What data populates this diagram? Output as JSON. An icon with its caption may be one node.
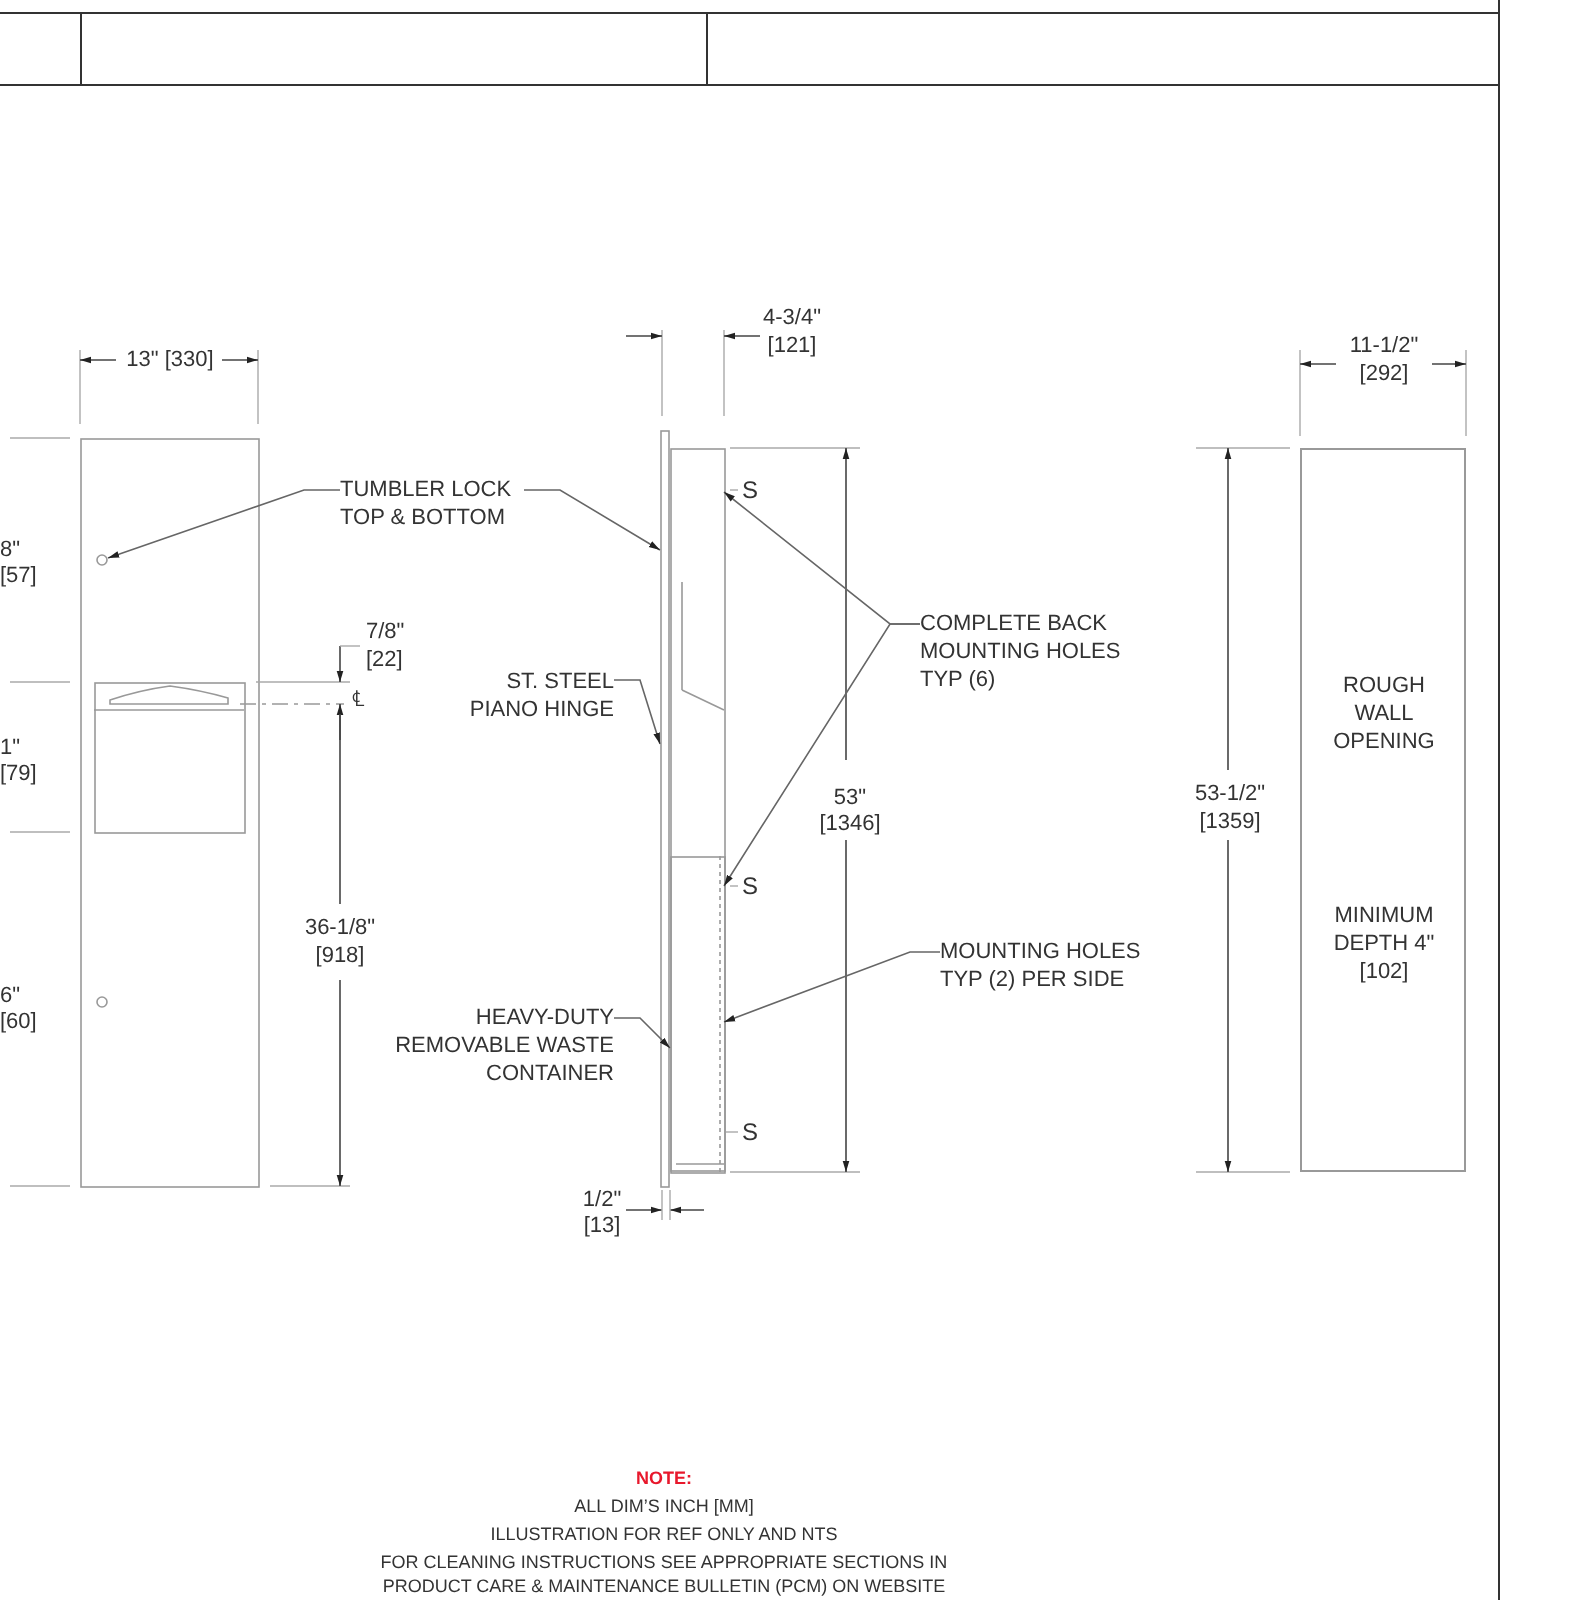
{
  "diagram": {
    "nodes": [
      {
        "text": [
          "TUMBLER LOCK TOP & BOTTOM"
        ]
      },
      {
        "text": [],
        "shape": "circle"
      },
      {
        "text": [
          "ST. STEEL PIANO HINGE"
        ]
      },
      {
        "text": [
          "HEAVY-DUTY REMOVABLE WASTE CONTAINER"
        ]
      },
      {
        "text": [
          "COMPLETE BACK MOUNTING HOLES TYP (6)"
        ]
      },
      {
        "text": [
          "MOUNTING HOLES TYP (2) PER SIDE"
        ]
      },
      {
        "text": [
          "ROUGH WALL OPENING",
          "MINIMUM DEPTH 4\" [102]"
        ]
      },
      {
        "text": [],
        "shape": "picture"
      },
      {
        "text": [],
        "shape": "box",
        "in": 7
      }
    ],
    "edges": [
      {
        "from": 0,
        "to": 1,
        "arrow": "to"
      },
      {
        "from": 0,
        "to": 7,
        "arrow": "to"
      },
      {
        "from": 2,
        "to": 7,
        "arrow": "to"
      },
      {
        "from": 3,
        "to": 8,
        "arrow": "to"
      },
      {
        "from": 4,
        "to": 7,
        "arrow": "to"
      },
      {
        "from": 4,
        "to": 7,
        "arrow": "to"
      },
      {
        "from": 5,
        "to": 8,
        "arrow": "to"
      }
    ],
    "labels": [
      "13\" [330]",
      "8\"",
      "[57]",
      "7/8\"",
      "[22]",
      "℄",
      "1\"",
      "[79]",
      "36-1/8\"",
      "[918]",
      "6\"",
      "[60]",
      "4-3/4\"",
      "[121]",
      "S",
      "53\"",
      "[1346]",
      "S",
      "S",
      "1/2\"",
      "[13]",
      "11-1/2\"",
      "[292]",
      "53-1/2\"",
      "[1359]",
      "NOTE:",
      "ALL DIM’S INCH [MM]",
      "ILLUSTRATION FOR REF ONLY AND NTS",
      "FOR CLEANING INSTRUCTIONS SEE APPROPRIATE SECTIONS IN",
      "PRODUCT CARE & MAINTENANCE BULLETIN (PCM) ON WEBSITE"
    ]
  }
}
